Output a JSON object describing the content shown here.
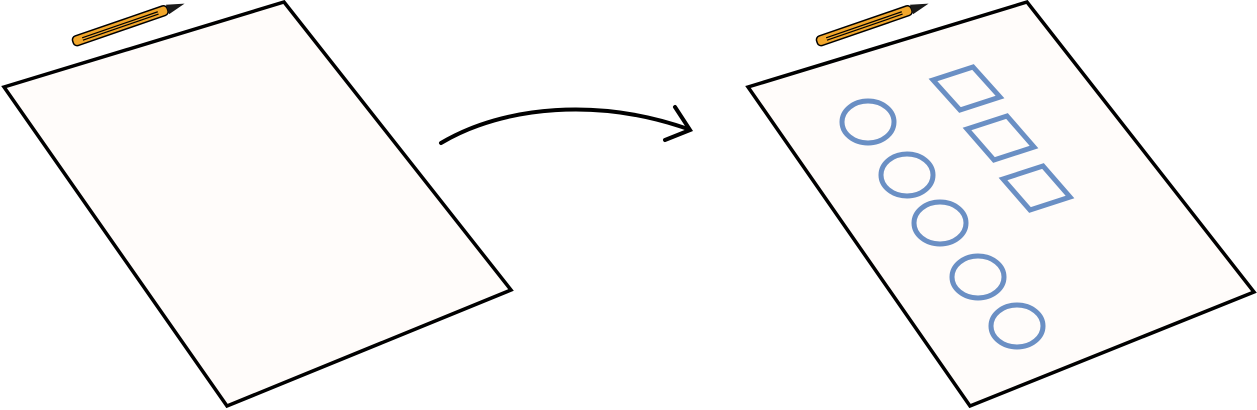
{
  "colors": {
    "background": "#ffffff",
    "paper_fill": "#fffcfa",
    "outline": "#000000",
    "shape_stroke": "#6a8fc4",
    "pencil_body": "#f2a72b",
    "pencil_tip": "#1a1a1a"
  },
  "panels": [
    {
      "name": "blank-sheet",
      "icons": [
        "pencil-icon"
      ],
      "shape_counts": {
        "circles": 0,
        "squares": 0
      }
    },
    {
      "name": "filled-sheet",
      "icons": [
        "pencil-icon"
      ],
      "shape_counts": {
        "circles": 5,
        "squares": 3
      }
    }
  ],
  "connector": {
    "icon": "curved-arrow-icon",
    "direction": "left-to-right"
  }
}
